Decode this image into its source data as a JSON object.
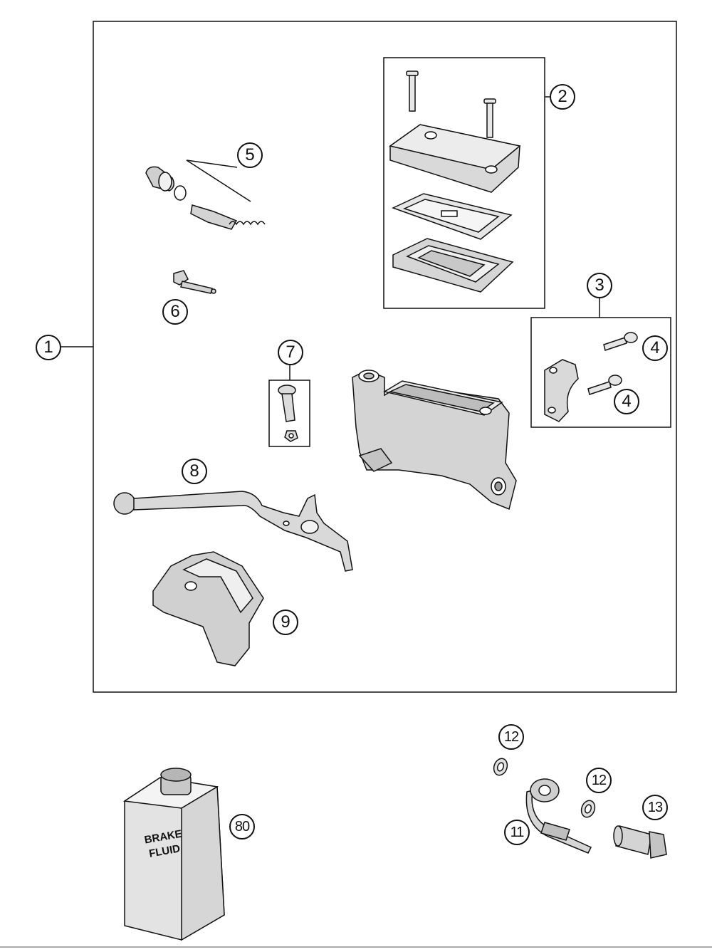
{
  "callouts": {
    "c1": "1",
    "c2": "2",
    "c3": "3",
    "c4a": "4",
    "c4b": "4",
    "c5": "5",
    "c6": "6",
    "c7": "7",
    "c8": "8",
    "c9": "9",
    "c80": "80",
    "c11": "11",
    "c12a": "12",
    "c12b": "12",
    "c13": "13"
  },
  "bottle": {
    "line1": "BRAKE",
    "line2": "FLUID"
  },
  "colors": {
    "line": "#111111",
    "part_fill": "#d9d9d9",
    "part_fill_light": "#ececec",
    "background": "#ffffff"
  }
}
